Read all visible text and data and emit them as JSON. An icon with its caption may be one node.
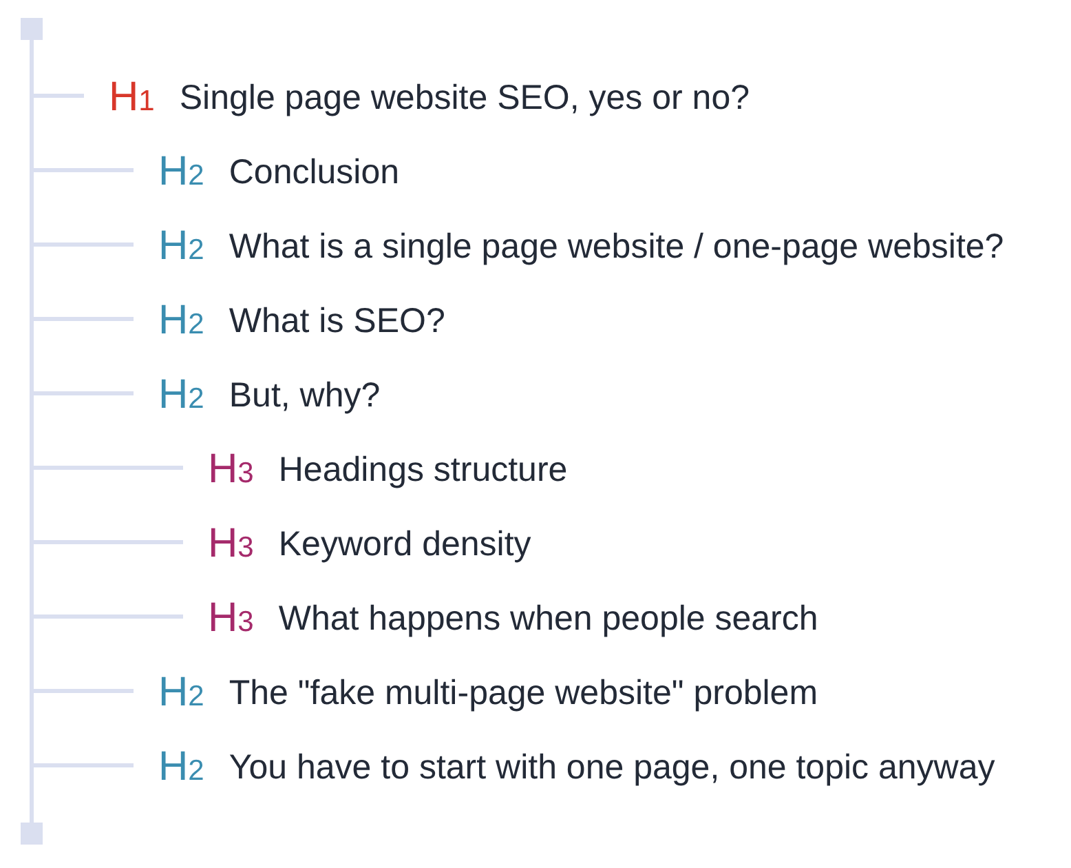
{
  "diagram": {
    "nodes": [
      {
        "text": [],
        "shape": "box"
      },
      {
        "text": [
          "H$_{1}$",
          "Single page website SEO, yes or no?"
        ]
      },
      {
        "text": [
          "H$_{2}$",
          "Conclusion"
        ]
      },
      {
        "text": [
          "H$_{2}$",
          "What is a single page website / one-page website?"
        ]
      },
      {
        "text": [
          "H$_{2}$",
          "What is SEO?"
        ]
      },
      {
        "text": [
          "H$_{2}$",
          "But, why?"
        ]
      },
      {
        "text": [
          "H$_{3}$",
          "Headings structure"
        ]
      },
      {
        "text": [
          "H$_{3}$",
          "Keyword density"
        ]
      },
      {
        "text": [
          "H$_{3}$",
          "What happens when people search"
        ]
      },
      {
        "text": [
          "H$_{2}$",
          "The \"fake multi-page website\" problem"
        ]
      },
      {
        "text": [
          "H$_{2}$",
          "You have to start with one page, one topic anyway"
        ]
      },
      {
        "text": [],
        "shape": "box"
      }
    ],
    "edges": [
      {
        "from": 0,
        "to": 1,
        "arrow": "none"
      },
      {
        "from": 0,
        "to": 2,
        "arrow": "none"
      },
      {
        "from": 0,
        "to": 3,
        "arrow": "none"
      },
      {
        "from": 0,
        "to": 4,
        "arrow": "none"
      },
      {
        "from": 0,
        "to": 5,
        "arrow": "none"
      },
      {
        "from": 0,
        "to": 6,
        "arrow": "none"
      },
      {
        "from": 0,
        "to": 7,
        "arrow": "none"
      },
      {
        "from": 0,
        "to": 8,
        "arrow": "none"
      },
      {
        "from": 0,
        "to": 9,
        "arrow": "none"
      },
      {
        "from": 0,
        "to": 10,
        "arrow": "none"
      },
      {
        "from": 0,
        "to": 11,
        "arrow": "none"
      }
    ]
  }
}
